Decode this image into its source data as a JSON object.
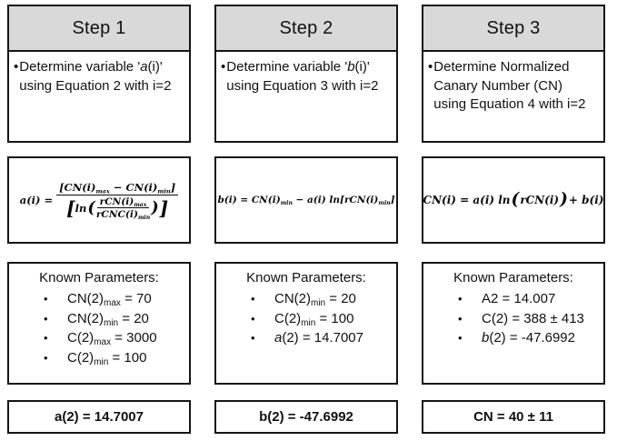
{
  "bullet": "•",
  "colors": {
    "header_bg": "#d9d9d9",
    "border": "#151515",
    "background": "#ffffff",
    "text": "#111111"
  },
  "columns": [
    {
      "header": "Step 1",
      "desc": {
        "pre": "Determine variable '",
        "it": "a",
        "post": "(i)' using Equation 2 with i=2"
      },
      "params_title": "Known Parameters:",
      "params": [
        {
          "it": "",
          "text": "CN(2)",
          "sub": "max",
          "post": " = 70"
        },
        {
          "it": "",
          "text": "CN(2)",
          "sub": "min",
          "post": " = 20"
        },
        {
          "it": "",
          "text": "C(2)",
          "sub": "max",
          "post": " = 3000"
        },
        {
          "it": "",
          "text": "C(2)",
          "sub": "min",
          "post": " = 100"
        }
      ],
      "result": "a(2) = 14.7007"
    },
    {
      "header": "Step 2",
      "desc": {
        "pre": "Determine variable '",
        "it": "b",
        "post": "(i)' using Equation 3 with i=2"
      },
      "params_title": "Known Parameters:",
      "params": [
        {
          "it": "",
          "text": "CN(2)",
          "sub": "min",
          "post": " = 20"
        },
        {
          "it": "",
          "text": "C(2)",
          "sub": "min",
          "post": " = 100"
        },
        {
          "it": "a",
          "text": "(2) = 14.7007",
          "sub": "",
          "post": ""
        }
      ],
      "result": "b(2) = -47.6992"
    },
    {
      "header": "Step 3",
      "desc": {
        "pre": "Determine Normalized Canary Number (CN) using Equation 4 with i=2",
        "it": "",
        "post": ""
      },
      "params_title": "Known Parameters:",
      "params": [
        {
          "it": "",
          "text": "A2 = 14.007",
          "sub": "",
          "post": ""
        },
        {
          "it": "",
          "text": "C(2) = 388 ± 413",
          "sub": "",
          "post": ""
        },
        {
          "it": "b",
          "text": "(2) = -47.6992",
          "sub": "",
          "post": ""
        }
      ],
      "result": "CN = 40 ± 11"
    }
  ],
  "equations": {
    "eq1": {
      "lhs": "a(i) =",
      "num": {
        "p0": "[CN(i)",
        "s0": "max",
        "p1": " − CN(i)",
        "s1": "min",
        "p2": "]"
      },
      "den": {
        "bracket_open": "[",
        "fn": "ln",
        "paren_open": "(",
        "inner_num": {
          "p0": "rCN(i)",
          "s0": "max"
        },
        "inner_den": {
          "p0": "rCNC(i)",
          "s0": "min"
        },
        "paren_close": ")",
        "bracket_close": "]"
      }
    },
    "eq2": {
      "p0": "b(i) = CN(i)",
      "s0": "min",
      "p1": " − a(i) ln[rCN(i)",
      "s1": "min",
      "p2": "]"
    },
    "eq3": {
      "p0": "CN(i) = a(i) ln",
      "paren_open": "(",
      "inner": "rCN(i)",
      "paren_close": ")",
      "p1": " + b(i)"
    }
  }
}
